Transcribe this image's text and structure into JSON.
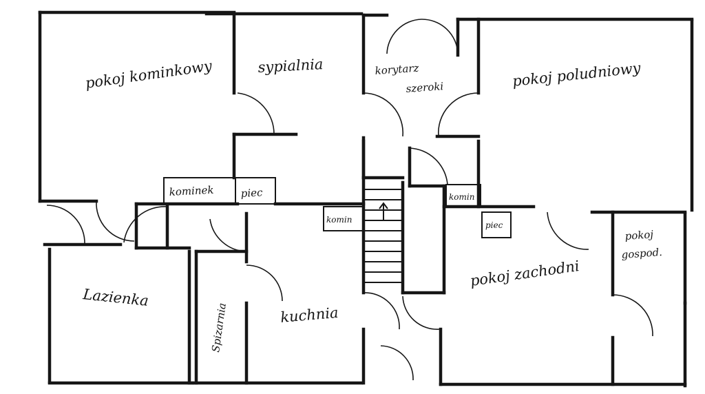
{
  "rooms": {
    "pokoj_kominkowy": "pokoj kominkowy",
    "sypialnia": "sypialnia",
    "korytarz": "korytarz",
    "szerokosc": "szeroki",
    "pokoj_poludniowy": "pokoj poludniowy",
    "kominek": "kominek",
    "piec_1": "piec",
    "komin_1": "komin",
    "komin_2": "komin",
    "piec_2": "piec",
    "lazienka": "Lazienka",
    "spizarnia": "Spizarnia",
    "kuchnia": "kuchnia",
    "pokoj_zachodni": "pokoj zachodni",
    "pokoj_gospod_1": "pokoj",
    "pokoj_gospod_2": "gospod."
  },
  "colors": {
    "ink": "#161616",
    "paper": "#ffffff"
  },
  "icons": {
    "stairs_arrow": "arrow-up-icon"
  }
}
